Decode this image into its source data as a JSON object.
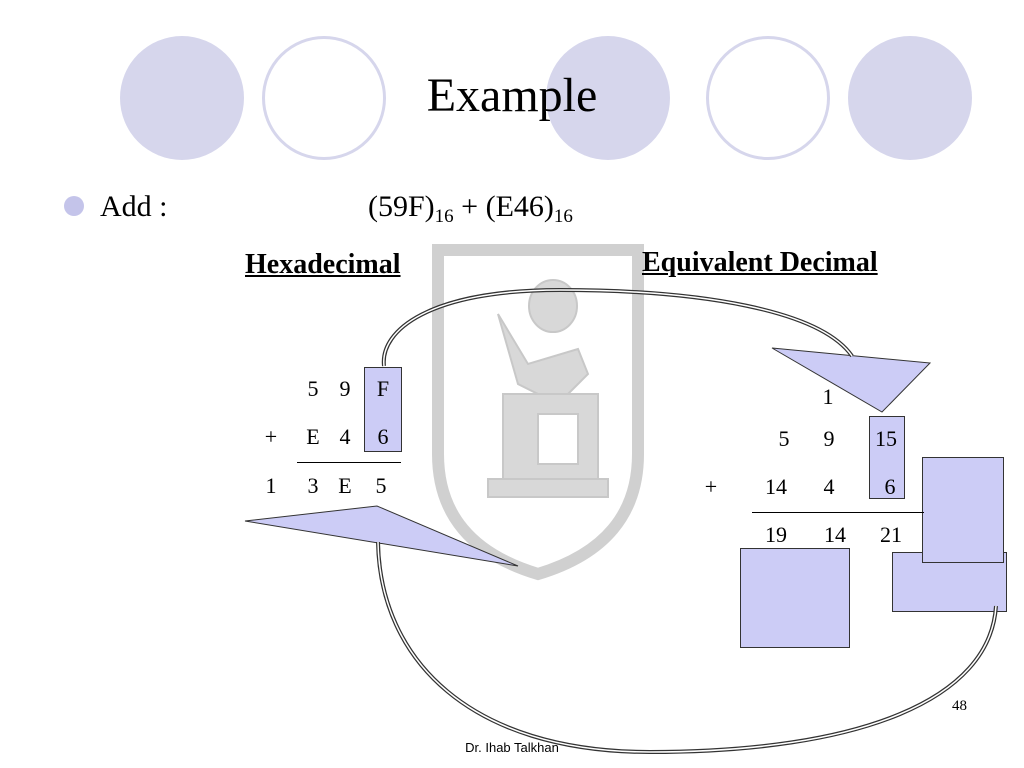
{
  "slide": {
    "title": "Example",
    "bullet": {
      "label": "Add :",
      "operand1": "(59F)",
      "operand1_base": "16",
      "plus": "+",
      "operand2": "(E46)",
      "operand2_base": "16"
    }
  },
  "hexadecimal": {
    "heading": "Hexadecimal",
    "row1": [
      "5",
      "9",
      "F"
    ],
    "operator": "+",
    "row2": [
      "E",
      "4",
      "6"
    ],
    "result": [
      "1",
      "3",
      "E",
      "5"
    ]
  },
  "decimal": {
    "heading": "Equivalent Decimal",
    "carry": "1",
    "row1": [
      "5",
      "9",
      "15"
    ],
    "operator": "+",
    "row2": [
      "14",
      "4",
      "6"
    ],
    "result": [
      "19",
      "14",
      "21"
    ]
  },
  "colors": {
    "accent_fill": "#ccccf6",
    "decor_circle": "#d6d6ec",
    "bullet": "#c4c4ea"
  },
  "footer": {
    "author": "Dr. Ihab Talkhan",
    "page_number": "48"
  }
}
